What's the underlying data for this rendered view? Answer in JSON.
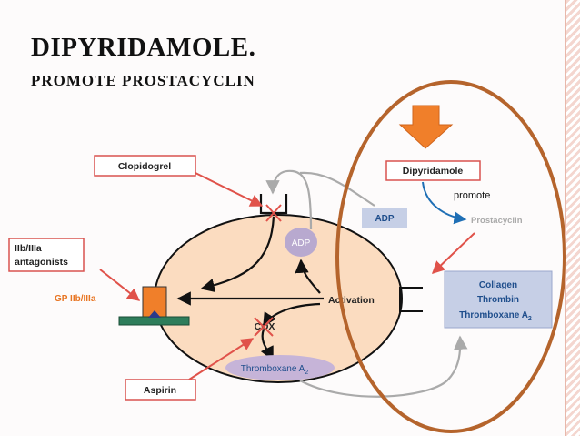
{
  "slide": {
    "title": "DIPYRIDAMOLE.",
    "subtitle": "PROMOTE PROSTACYCLIN"
  },
  "diagram": {
    "clopidogrel": "Clopidogrel",
    "antagonists_line1": "IIb/IIIa",
    "antagonists_line2": "antagonists",
    "gp_label": "GP IIb/IIIa",
    "adp_inner": "ADP",
    "adp_outer": "ADP",
    "activation": "Activation",
    "cox": "COX",
    "thromboxane": "Thromboxane A",
    "thromboxane_sub": "2",
    "aspirin": "Aspirin",
    "dipyridamole": "Dipyridamole",
    "promote": "promote",
    "prostacyclin": "Prostacyclin",
    "agonists": [
      "Collagen",
      "Thrombin",
      "Thromboxane A"
    ],
    "agonists_sub": "2"
  },
  "colors": {
    "cell_fill": "#fbdcc0",
    "label_border": "#d9534f",
    "inhibit_arrow": "#e0524a",
    "highlight_ring": "#b5642c",
    "down_arrow": "#f07f2a",
    "blue_text": "#1f4e8c",
    "agonist_box": "#c6cfe6",
    "adp_bubble": "#b8a9cf"
  }
}
